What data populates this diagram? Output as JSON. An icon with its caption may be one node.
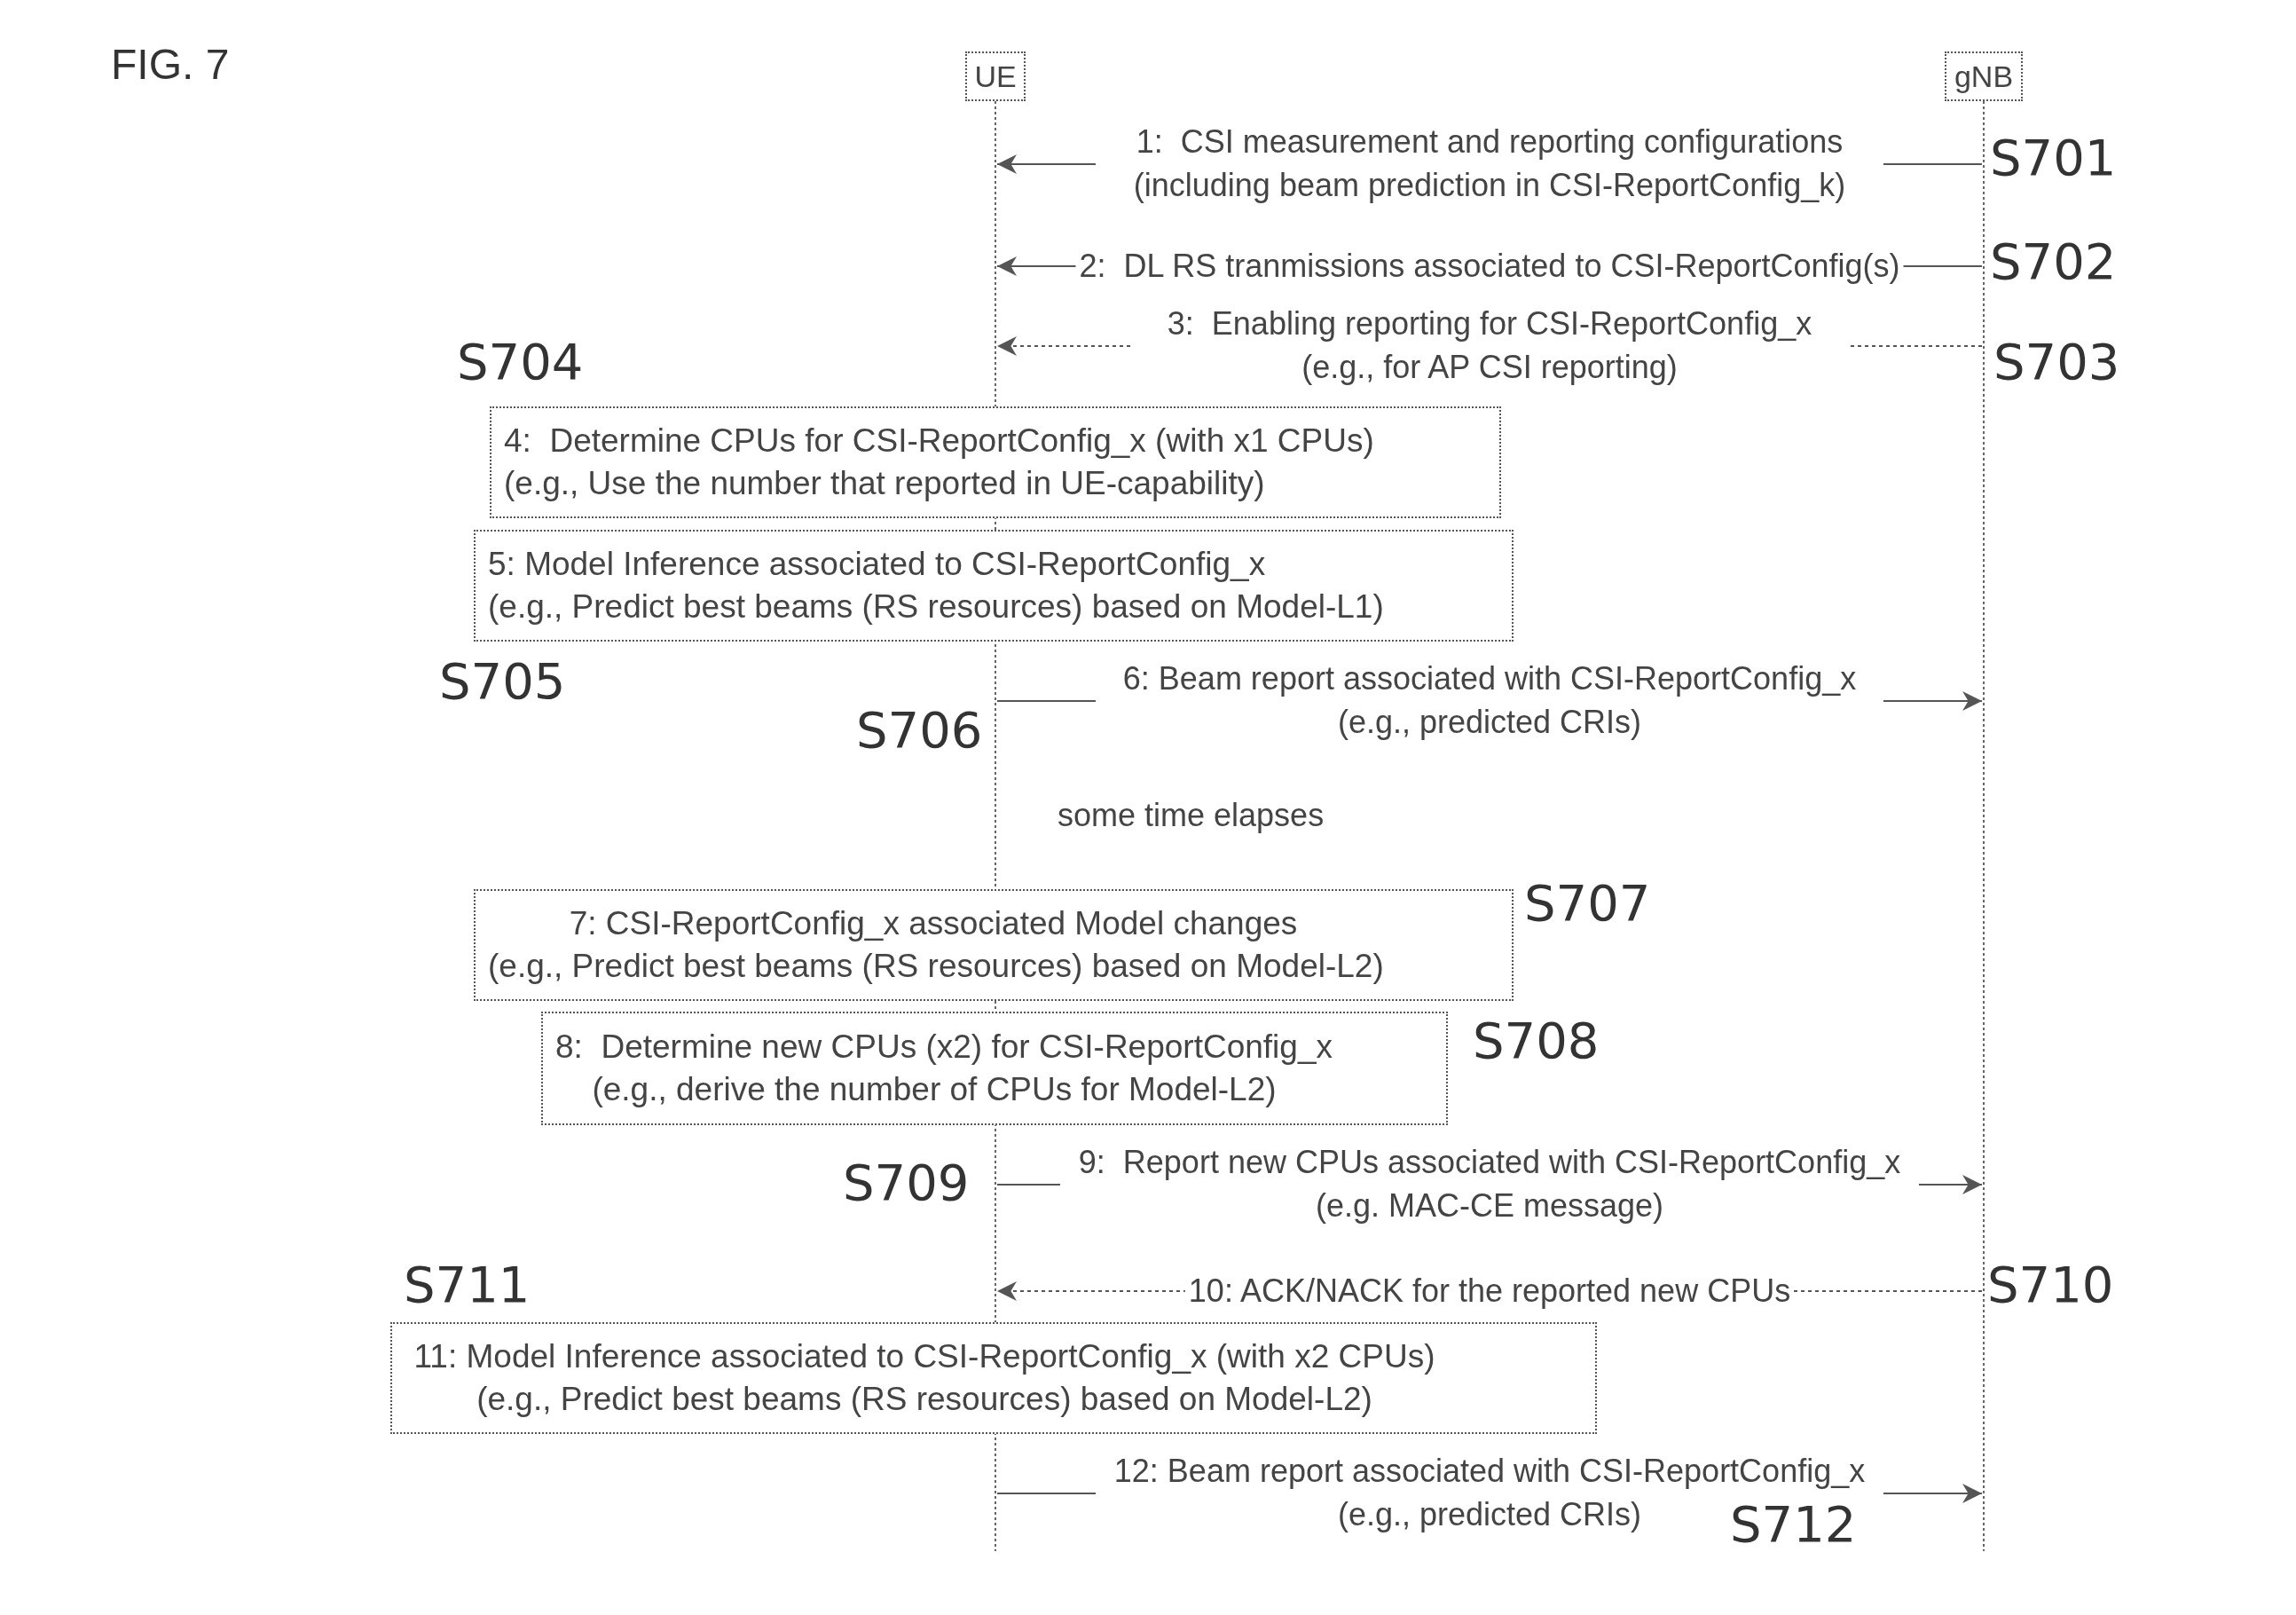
{
  "diagram": {
    "title": "FIG. 7",
    "nodes": [
      {
        "text": [
          "UE"
        ]
      },
      {
        "text": [
          "gNB"
        ]
      },
      {
        "text": [
          "4:  Determine CPUs for CSI-ReportConfig_x (with x1 CPUs)",
          "(e.g., Use the number that reported in UE-capability)"
        ]
      },
      {
        "text": [
          "5: Model Inference associated to CSI-ReportConfig_x",
          "(e.g., Predict best beams (RS resources) based on Model-L1)"
        ]
      },
      {
        "text": [
          "7: CSI-ReportConfig_x associated Model changes",
          "(e.g., Predict best beams (RS resources) based on Model-L2)"
        ]
      },
      {
        "text": [
          "8:  Determine new CPUs (x2) for CSI-ReportConfig_x",
          "(e.g., derive the number of CPUs for Model-L2)"
        ]
      },
      {
        "text": [
          "11: Model Inference associated to CSI-ReportConfig_x (with x2 CPUs)",
          "(e.g., Predict best beams (RS resources) based on Model-L2)"
        ]
      }
    ],
    "edges": [
      {
        "from": 1,
        "to": 0,
        "arrow": "to",
        "label": "1:  CSI measurement and reporting configurations (including beam prediction in CSI-ReportConfig_k)"
      },
      {
        "from": 1,
        "to": 0,
        "arrow": "to",
        "label": "2:  DL RS tranmissions associated to CSI-ReportConfig(s)"
      },
      {
        "from": 1,
        "to": 0,
        "arrow": "to",
        "style": "dashed",
        "label": "3:  Enabling reporting for CSI-ReportConfig_x (e.g., for AP CSI reporting)"
      },
      {
        "from": 0,
        "to": 1,
        "arrow": "to",
        "label": "6: Beam report associated with CSI-ReportConfig_x (e.g., predicted CRIs)"
      },
      {
        "from": 0,
        "to": 1,
        "arrow": "to",
        "label": "9:  Report new CPUs associated with CSI-ReportConfig_x (e.g. MAC-CE message)"
      },
      {
        "from": 1,
        "to": 0,
        "arrow": "to",
        "style": "dashed",
        "label": "10: ACK/NACK for the reported new CPUs"
      },
      {
        "from": 0,
        "to": 1,
        "arrow": "to",
        "label": "12: Beam report associated with CSI-ReportConfig_x (e.g., predicted CRIs)"
      }
    ],
    "labels": [
      "S701",
      "S702",
      "S704",
      "S703",
      "S705",
      "S706",
      "some time elapses",
      "S707",
      "S708",
      "S709",
      "S711",
      "S710",
      "S712"
    ]
  }
}
